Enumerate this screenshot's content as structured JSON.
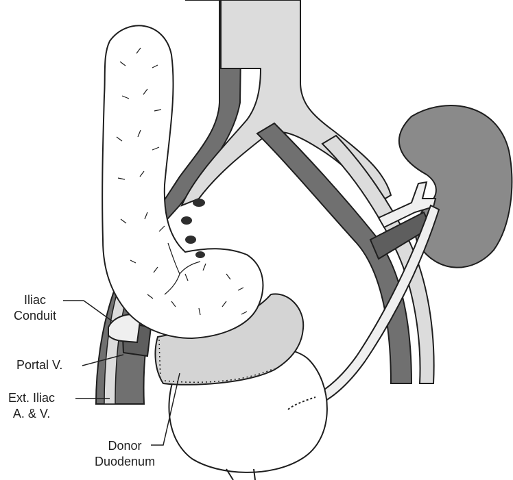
{
  "labels": {
    "iliac_conduit": {
      "line1": "Iliac",
      "line2": "Conduit"
    },
    "portal_vein": {
      "line1": "Portal V."
    },
    "external_iliac": {
      "line1": "Ext. Iliac",
      "line2": "A. & V."
    },
    "donor_duodenum": {
      "line1": "Donor",
      "line2": "Duodenum"
    }
  },
  "colors": {
    "outline": "#1e1e1e",
    "vein": "#707070",
    "artery": "#dcdcdc",
    "kidney": "#8a8a8a",
    "pancreas": "#ffffff",
    "duodenum": "#d4d4d4",
    "bladder": "#ffffff",
    "ureter": "#efefef",
    "background": "#ffffff"
  }
}
